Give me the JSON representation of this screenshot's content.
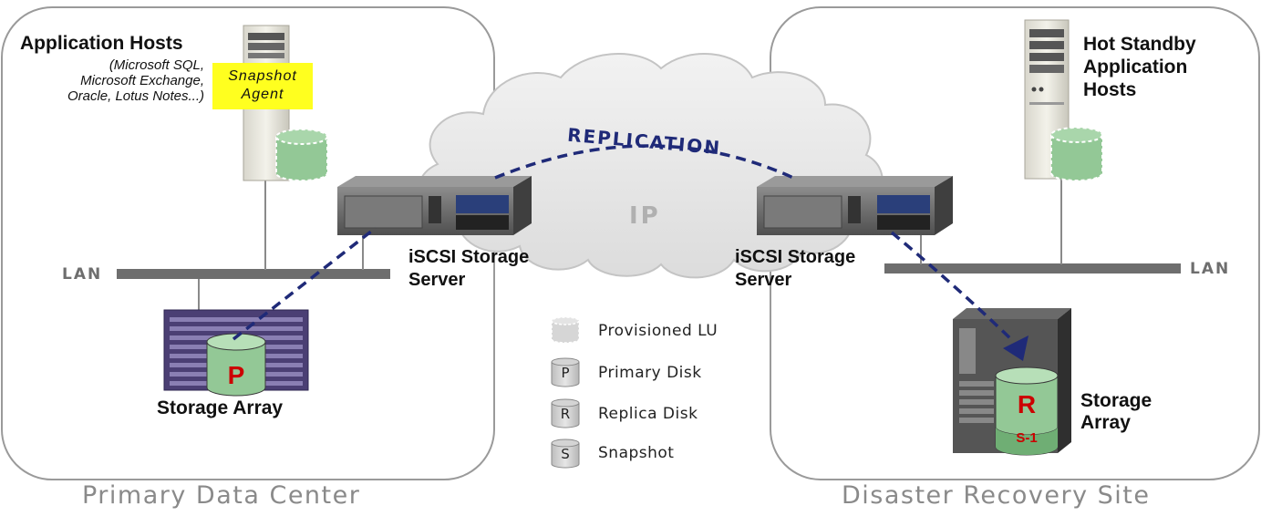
{
  "sites": {
    "primary": {
      "title": "Primary Data Center"
    },
    "dr": {
      "title": "Disaster Recovery Site"
    }
  },
  "primary": {
    "app_hosts_title": "Application Hosts",
    "app_hosts_detail": [
      "(Microsoft SQL,",
      "Microsoft Exchange,",
      "Oracle, Lotus Notes...)"
    ],
    "agent_label": [
      "Snapshot",
      "Agent"
    ],
    "lan_label": "LAN",
    "server_label": [
      "iSCSI Storage",
      "Server"
    ],
    "array_label": "Storage Array",
    "disk_letter": "P"
  },
  "dr": {
    "hosts_title": [
      "Hot Standby",
      "Application",
      "Hosts"
    ],
    "lan_label": "LAN",
    "server_label": [
      "iSCSI Storage",
      "Server"
    ],
    "array_label": [
      "Storage",
      "Array"
    ],
    "disk_letter": "R",
    "snapshot_label": "S-1"
  },
  "network": {
    "replication_label": "REPLICATION",
    "ip_label": "IP"
  },
  "legend": [
    {
      "symbol": "",
      "label": "Provisioned LU"
    },
    {
      "symbol": "P",
      "label": "Primary Disk"
    },
    {
      "symbol": "R",
      "label": "Replica Disk"
    },
    {
      "symbol": "S",
      "label": "Snapshot"
    }
  ],
  "colors": {
    "disk_green": "#93c896",
    "disk_dark_green": "#6fae74",
    "replication_line": "#1f2a78",
    "disk_letter": "#cc0000",
    "agent_box": "#ffff1f",
    "lan_bar": "#6e6e6e"
  }
}
